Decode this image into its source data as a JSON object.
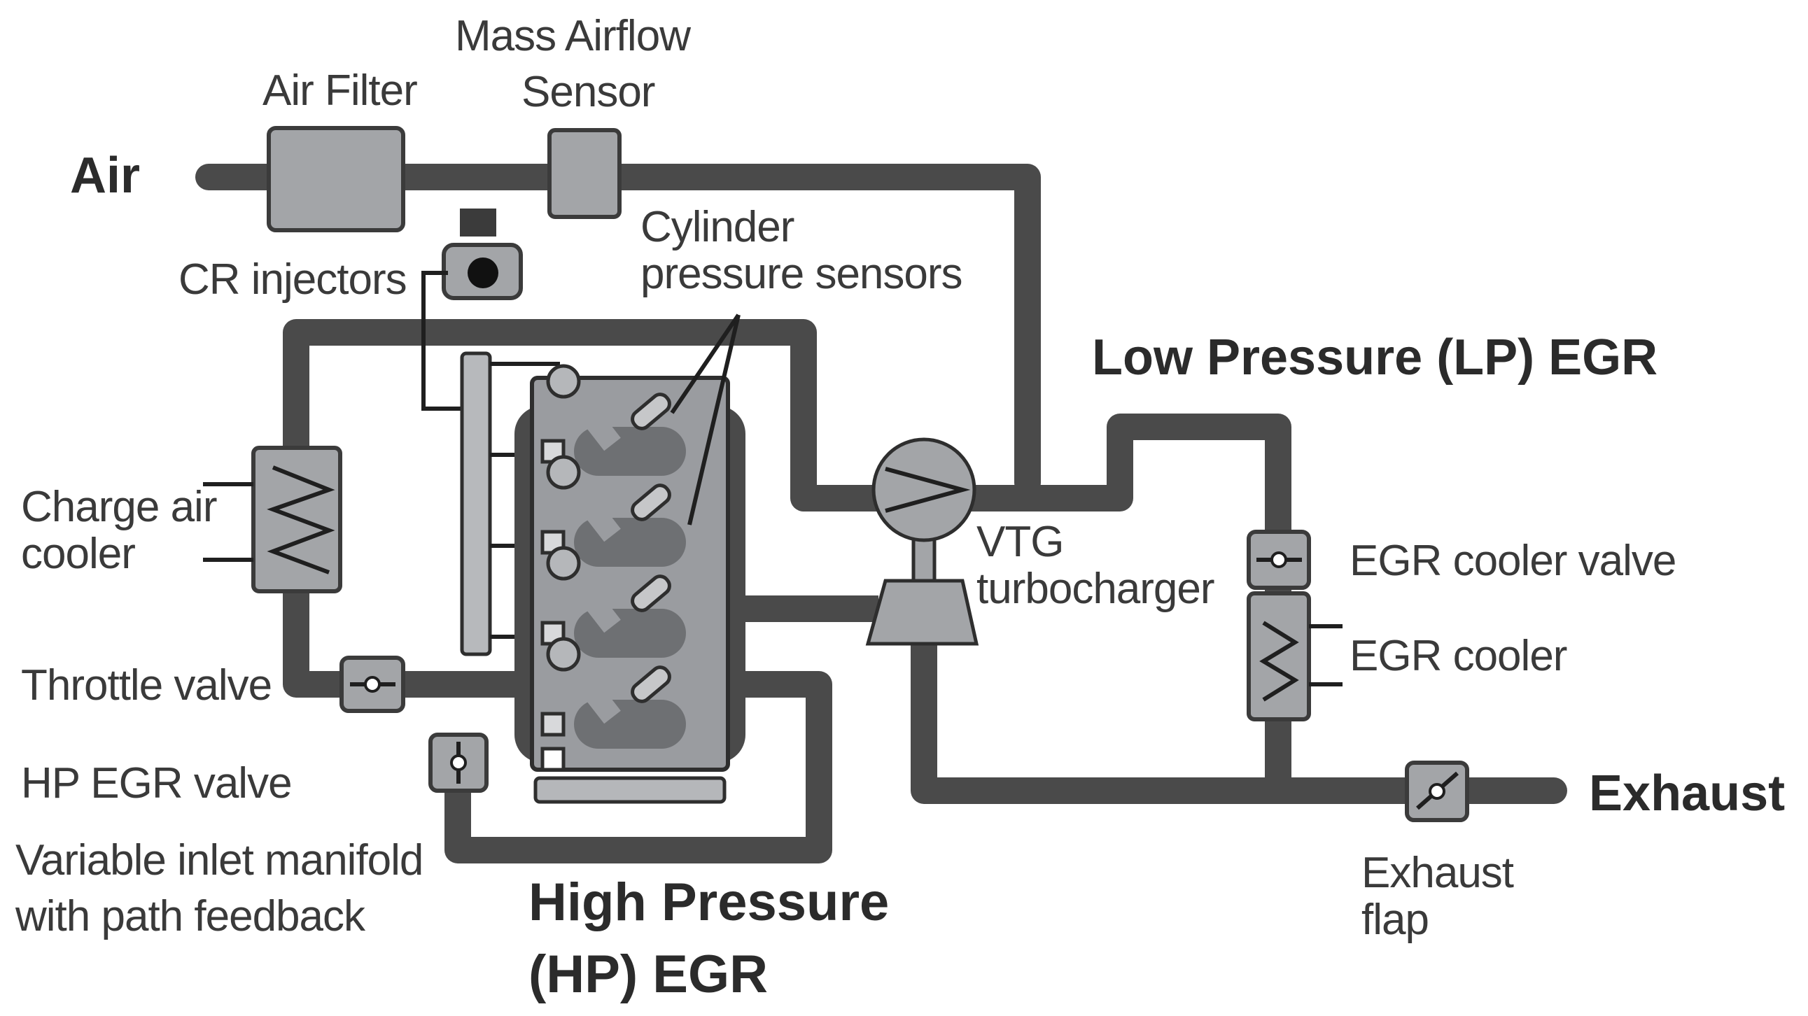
{
  "labels": {
    "air": "Air",
    "air_filter": "Air Filter",
    "maf_line1": "Mass Airflow",
    "maf_line2": "Sensor",
    "cr_injectors": "CR injectors",
    "cyl_line1": "Cylinder",
    "cyl_line2": "pressure sensors",
    "lp_egr": "Low Pressure (LP) EGR",
    "cac_line1": "Charge air",
    "cac_line2": "cooler",
    "vtg_line1": "VTG",
    "vtg_line2": "turbocharger",
    "egr_cooler_valve": "EGR cooler valve",
    "egr_cooler": "EGR cooler",
    "throttle_valve": "Throttle valve",
    "hp_egr_valve": "HP EGR valve",
    "vim_line1": "Variable inlet manifold",
    "vim_line2": "with path feedback",
    "exhaust": "Exhaust",
    "flap_line1": "Exhaust",
    "flap_line2": "flap",
    "hp_line1": "High Pressure",
    "hp_line2": "(HP) EGR"
  },
  "colors": {
    "pipe": "#4a4a4a",
    "component": "#a3a5a8",
    "engine": "#9a9ca0",
    "text": "#3a3a3a"
  }
}
